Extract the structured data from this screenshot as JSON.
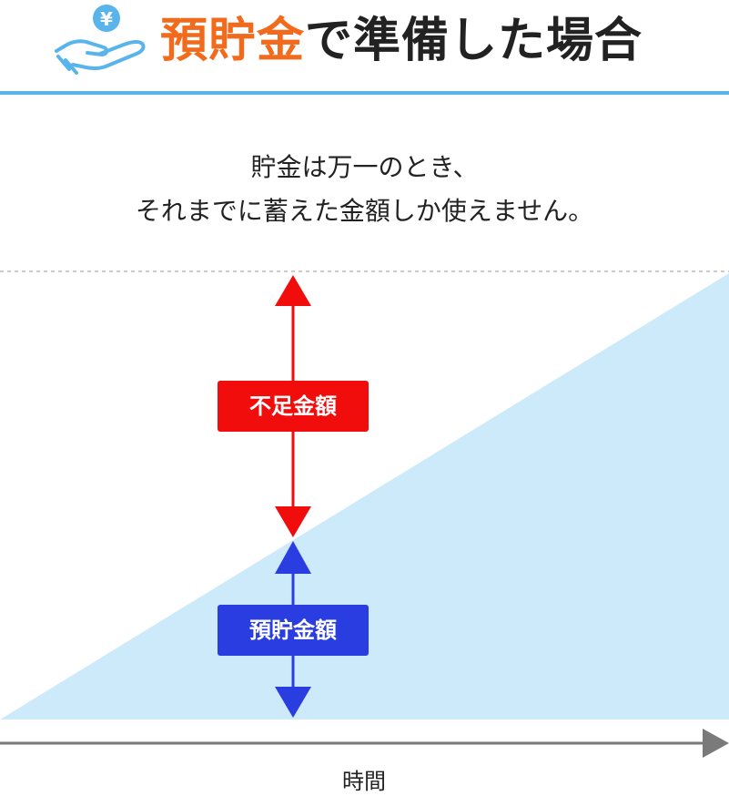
{
  "header": {
    "title_accent": "預貯金",
    "title_rest": "で準備した場合",
    "icon": "hand-coin-yen-icon",
    "coin_symbol": "¥"
  },
  "subtitle": {
    "line1": "貯金は万一のとき、",
    "line2": "それまでに蓄えた金額しか使えません。"
  },
  "diagram": {
    "shortage_label": "不足金額",
    "savings_label": "預貯金額",
    "x_axis_label": "時間",
    "colors": {
      "accent_orange": "#f26a1b",
      "header_rule": "#5ab4ec",
      "savings_area": "#cdeafb",
      "shortage_red": "#f20d0d",
      "savings_blue": "#2a3de0",
      "axis_gray": "#7a7a7a",
      "target_line": "#cccccc"
    }
  }
}
